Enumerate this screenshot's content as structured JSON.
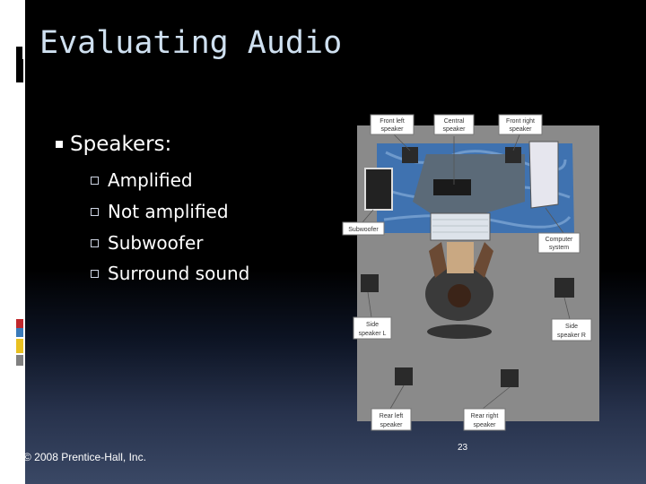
{
  "slide": {
    "title": "Evaluating Audio",
    "bullet": "Speakers:",
    "subitems": [
      "Amplified",
      "Not amplified",
      "Subwoofer",
      "Surround sound"
    ],
    "footer": "© 2008 Prentice-Hall, Inc.",
    "page_number": "23"
  },
  "figure": {
    "labels": {
      "front_left": [
        "Front left",
        "speaker"
      ],
      "central": [
        "Central",
        "speaker"
      ],
      "front_right": [
        "Front right",
        "speaker"
      ],
      "subwoofer": [
        "Subwoofer"
      ],
      "computer": [
        "Computer",
        "system"
      ],
      "side_left": [
        "Side",
        "speaker L"
      ],
      "side_right": [
        "Side",
        "speaker R"
      ],
      "rear_left": [
        "Rear left",
        "speaker"
      ],
      "rear_right": [
        "Rear right",
        "speaker"
      ]
    }
  },
  "colors": {
    "title": "#cfe0f0",
    "accent_red": "#c0282c",
    "accent_yellow": "#e8c020",
    "accent_blue": "#3a7ab8",
    "accent_gray": "#808080",
    "floor": "#8a8a8a",
    "rug": "#3f72b0"
  }
}
